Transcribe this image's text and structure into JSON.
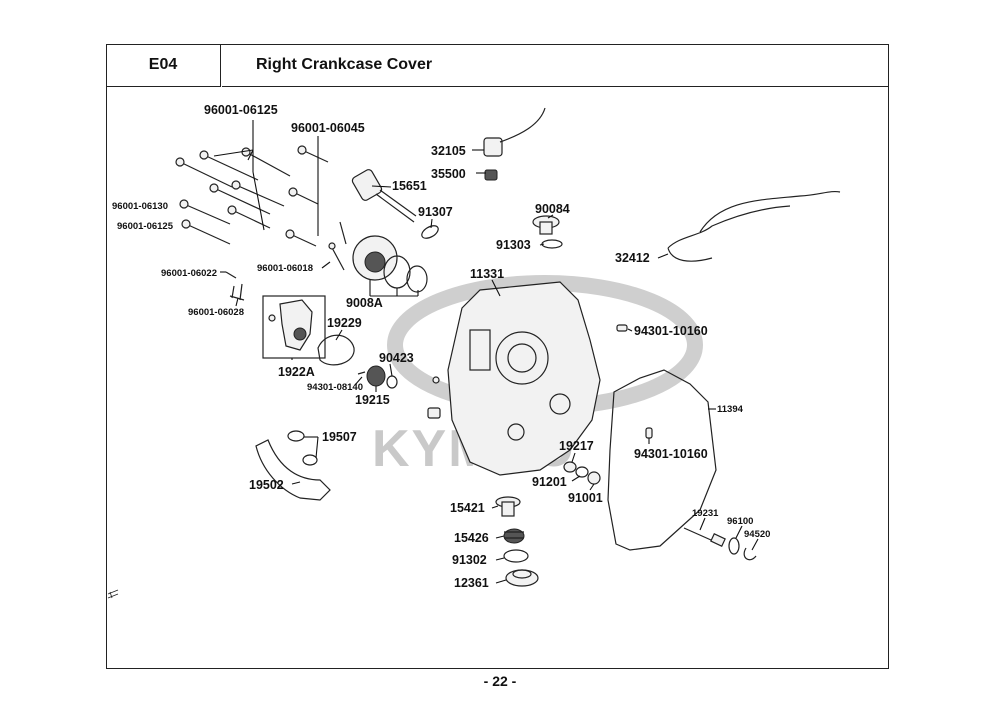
{
  "header": {
    "code": "E04",
    "title": "Right Crankcase Cover"
  },
  "footer": {
    "page": "- 22 -"
  },
  "watermark": {
    "brand": "KYMCO"
  },
  "callouts": {
    "p96001_06125_a": "96001-06125",
    "p96001_06045": "96001-06045",
    "p32105": "32105",
    "p35500": "35500",
    "p15651": "15651",
    "p91307": "91307",
    "p90084": "90084",
    "p91303": "91303",
    "p32412": "32412",
    "p96001_06130": "96001-06130",
    "p96001_06125_b": "96001-06125",
    "p96001_06022": "96001-06022",
    "p96001_06018": "96001-06018",
    "p9008A": "9008A",
    "p11331": "11331",
    "p96001_06028": "96001-06028",
    "p19229": "19229",
    "p94301_10160_a": "94301-10160",
    "p1922A": "1922A",
    "p90423": "90423",
    "p94301_08140": "94301-08140",
    "p19215": "19215",
    "p11394": "11394",
    "p19507": "19507",
    "p19217": "19217",
    "p94301_10160_b": "94301-10160",
    "p19502": "19502",
    "p91201": "91201",
    "p91001": "91001",
    "p15421": "15421",
    "p19231": "19231",
    "p96100": "96100",
    "p94520": "94520",
    "p15426": "15426",
    "p91302": "91302",
    "p12361": "12361"
  }
}
